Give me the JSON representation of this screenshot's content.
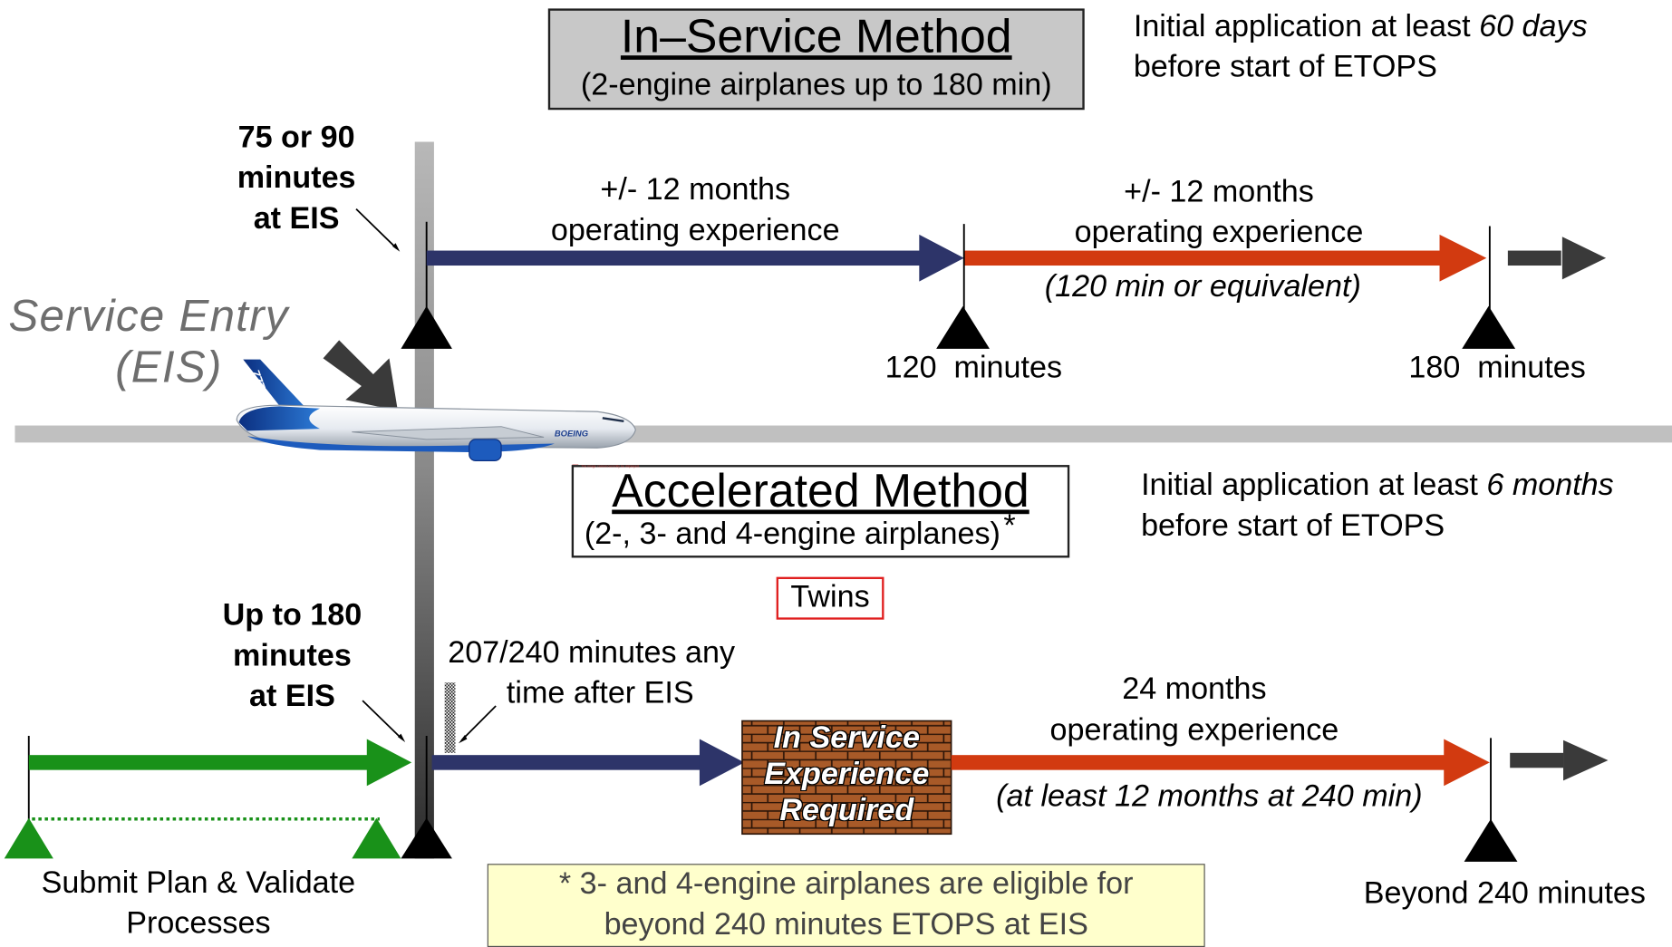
{
  "in_service": {
    "title": "In–Service Method",
    "subtitle": "(2-engine airplanes up to 180 min)",
    "application_prefix": "Initial application at least ",
    "application_emphasis": "60 days",
    "application_line2": "before start of ETOPS",
    "eis_label": [
      "75 or 90",
      "minutes",
      "at EIS"
    ],
    "phase1_line1": "+/- 12 months",
    "phase1_line2": "operating experience",
    "phase2_line1": "+/- 12 months",
    "phase2_line2": "operating experience",
    "phase2_note": "(120 min or equivalent)",
    "milestone1": "120  minutes",
    "milestone2": "180  minutes"
  },
  "service_entry": {
    "line1": "Service Entry",
    "line2": "(EIS)",
    "aircraft_tail_text": "777",
    "aircraft_body_text": "BOEING"
  },
  "accelerated": {
    "title": "Accelerated Method",
    "subtitle": "(2-, 3- and 4-engine airplanes)",
    "subtitle_mark": "*",
    "tiny_note": "The image cannot currently be displayed.",
    "application_prefix": "Initial application at least ",
    "application_emphasis": "6 months",
    "application_line2": "before start of ETOPS",
    "twins_label": "Twins",
    "eis_label": [
      "Up to 180",
      "minutes",
      "at EIS"
    ],
    "any_time_line1": "207/240 minutes any",
    "any_time_line2": "time after EIS",
    "wall_lines": [
      "In Service",
      "Experience",
      "Required"
    ],
    "phase_line1": "24 months",
    "phase_line2": "operating experience",
    "phase_note": "(at least 12 months at 240 min)",
    "submit_line1": "Submit Plan & Validate",
    "submit_line2": "Processes",
    "milestone": "Beyond 240 minutes",
    "footnote_line1": "* 3- and 4-engine airplanes are eligible for",
    "footnote_line2": "beyond 240 minutes ETOPS at EIS"
  },
  "colors": {
    "navy_arrow": "#2d3469",
    "red_arrow": "#d23a10",
    "green_arrow": "#199119",
    "dark_arrow": "#3a3a3a",
    "title_box_fill": "#c8c8c8",
    "twins_border": "#e02020",
    "footnote_fill": "#ffffcc",
    "brick": "#a85a28",
    "divider": "#c0c0c0"
  }
}
